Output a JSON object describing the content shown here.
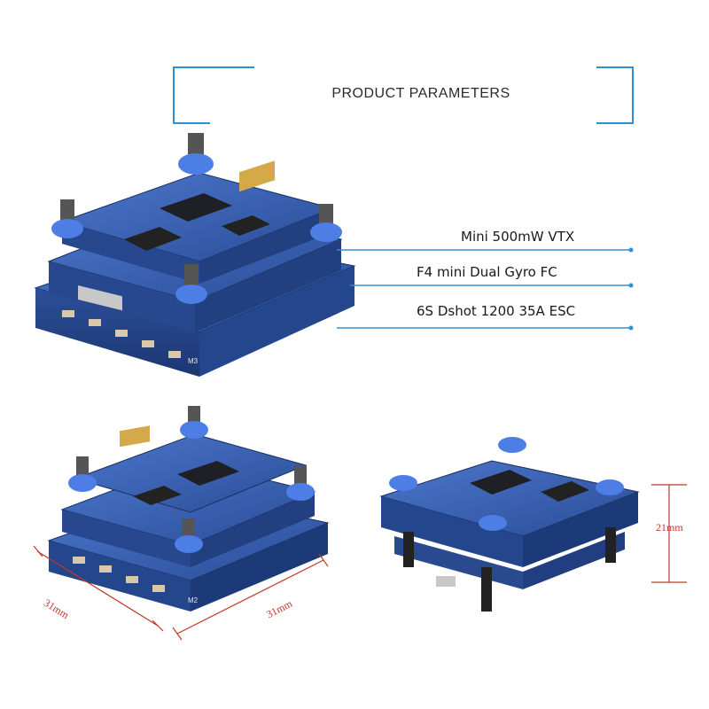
{
  "header": {
    "title": "PRODUCT PARAMETERS"
  },
  "labels": [
    {
      "id": "vtx",
      "text": "Mini 500mW  VTX"
    },
    {
      "id": "fc",
      "text": "F4 mini  Dual Gyro FC"
    },
    {
      "id": "esc",
      "text": "6S Dshot 1200 35A  ESC"
    }
  ],
  "dimensions": {
    "left_width": "31mm",
    "right_width": "31mm",
    "height": "21mm"
  },
  "board_silkscreen": {
    "top_motor_label": "M3",
    "bottom_motor_label": "M2"
  },
  "colors": {
    "accent": "#2f8fd0",
    "pcb": "#3a63b8",
    "dimension": "#c0392b"
  }
}
